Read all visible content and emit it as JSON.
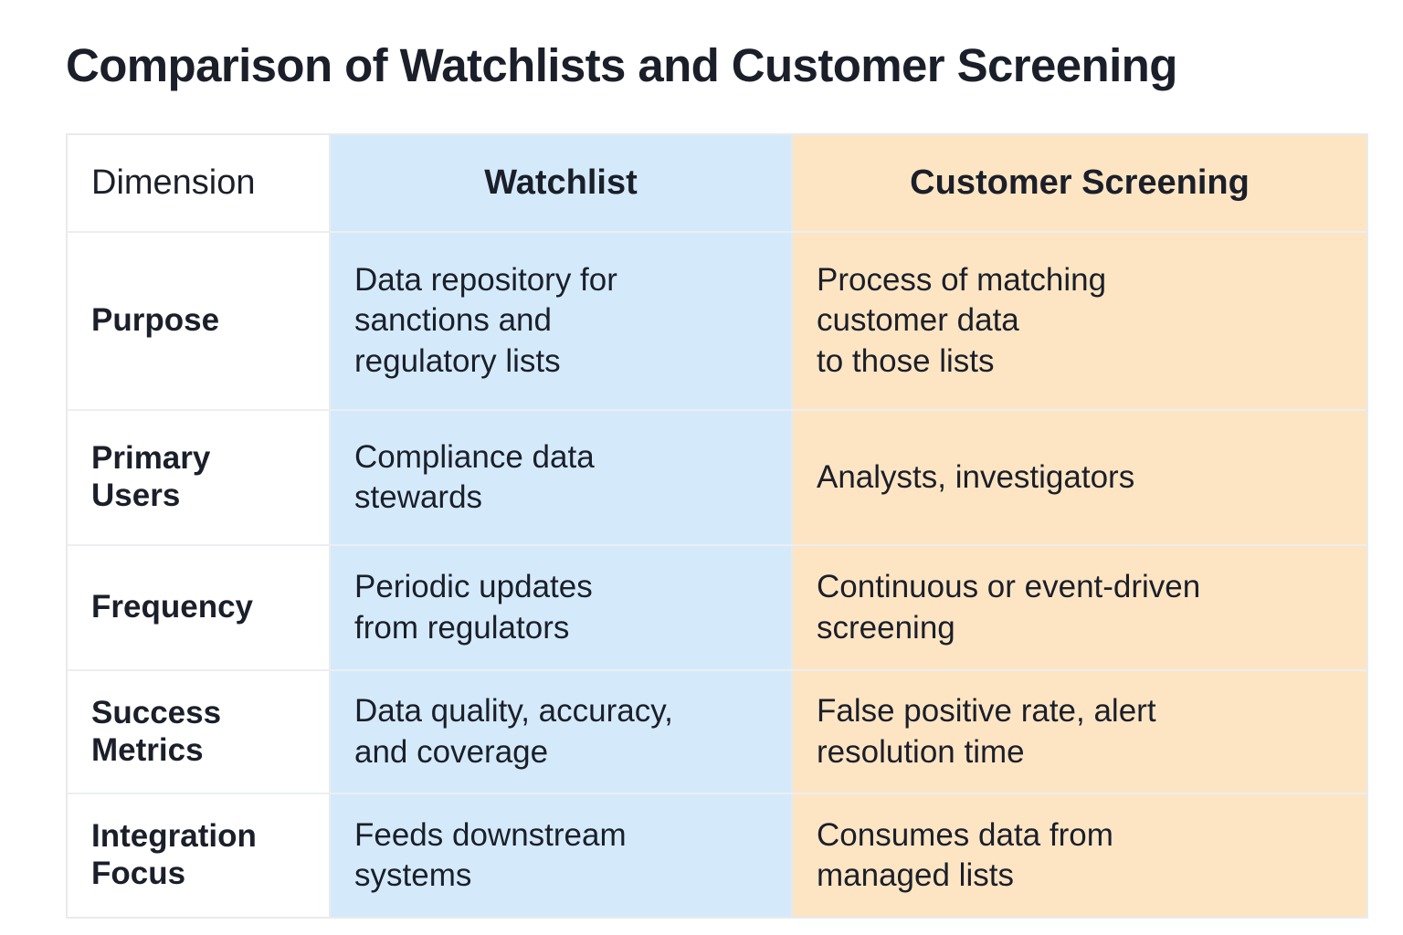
{
  "title": "Comparison of Watchlists and Customer Screening",
  "colors": {
    "watchlist_column": "#d4eafb",
    "customer_screening_column": "#fde5c3",
    "dimension_column": "#ffffff",
    "border": "#ececec",
    "text": "#1b1f2a",
    "page_background": "#ffffff"
  },
  "table": {
    "headers": {
      "dimension": "Dimension",
      "watchlist": "Watchlist",
      "customer_screening": "Customer Screening"
    },
    "rows": [
      {
        "dimension": "Purpose",
        "watchlist": "Data repository for\nsanctions and\nregulatory lists",
        "customer_screening": "Process of matching\ncustomer data\nto those lists"
      },
      {
        "dimension": "Primary\nUsers",
        "watchlist": "Compliance data\nstewards",
        "customer_screening": "Analysts, investigators"
      },
      {
        "dimension": "Frequency",
        "watchlist": "Periodic updates\nfrom regulators",
        "customer_screening": "Continuous or event-driven\nscreening"
      },
      {
        "dimension": "Success\nMetrics",
        "watchlist": "Data quality, accuracy,\nand coverage",
        "customer_screening": "False positive rate, alert\nresolution time"
      },
      {
        "dimension": "Integration\nFocus",
        "watchlist": "Feeds downstream\nsystems",
        "customer_screening": "Consumes data from\nmanaged lists"
      }
    ]
  }
}
